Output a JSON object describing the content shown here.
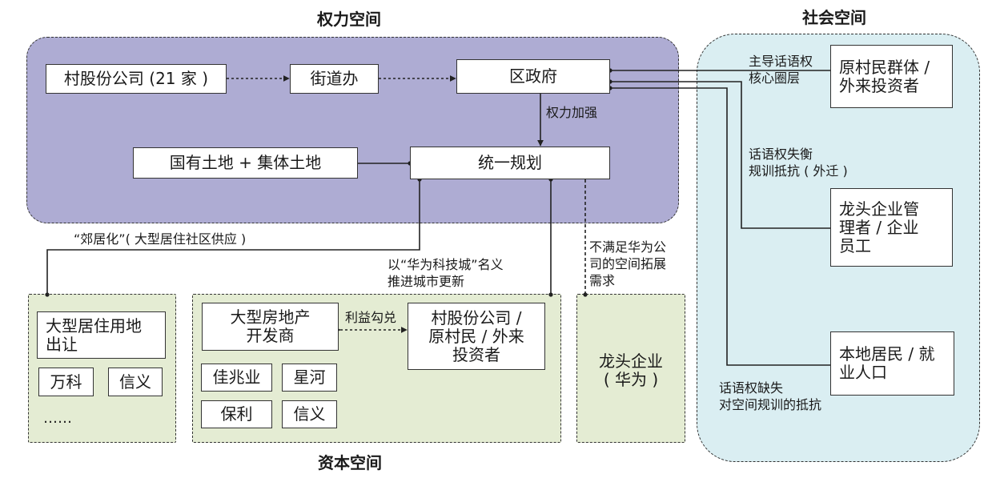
{
  "titles": {
    "power": "权力空间",
    "social": "社会空间",
    "capital": "资本空间"
  },
  "power_space": {
    "village_company": "村股份公司 (21 家 )",
    "subdistrict_office": "街道办",
    "district_government": "区政府",
    "land": "国有土地 + 集体土地",
    "unified_planning": "统一规划",
    "power_strengthening_label": "权力加强"
  },
  "social_space": {
    "villagers_investors": "原村民群体 /\n外来投资者",
    "enterprise_managers": "龙头企业管\n理者 / 企业\n员工",
    "local_residents": "本地居民 / 就\n业人口",
    "dominant_discourse_label": "主导话语权\n核心圈层",
    "discourse_imbalance_label": "话语权失衡\n规训抵抗 ( 外迁 )",
    "discourse_lack_label": "话语权缺失\n对空间规训的抵抗"
  },
  "capital_space": {
    "land_transfer": "大型居住用地\n出让",
    "developer_vanke": "万科",
    "developer_xinyi_1": "信义",
    "more_ellipsis": "……",
    "real_estate_developer": "大型房地产\n开发商",
    "interest_exchange_label": "利益勾兑",
    "village_company_investors": "村股份公司 /\n原村民 / 外来\n投资者",
    "developer_jiazhaoye": "佳兆业",
    "developer_xinghe": "星河",
    "developer_baoli": "保利",
    "developer_xinyi_2": "信义",
    "leading_enterprise": "龙头企业\n( 华为 )"
  },
  "flow_labels": {
    "suburbanization": "“郊居化”( 大型居住社区供应 )",
    "huawei_city_update": "以“华为科技城”名义\n推进城市更新",
    "unmet_demand": "不满足华为公\n司的空间拓展\n需求"
  }
}
